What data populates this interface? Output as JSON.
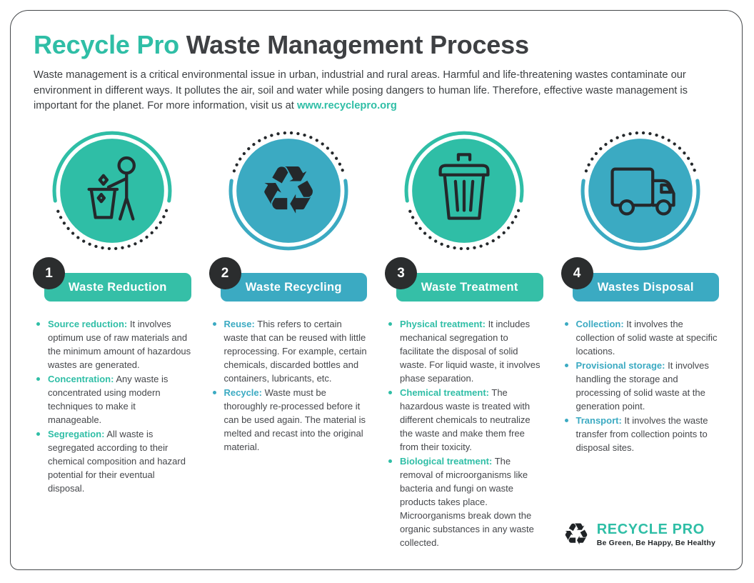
{
  "page": {
    "title_accent": "Recycle Pro",
    "title_rest": "Waste Management Process",
    "intro": "Waste management is a critical environmental issue in urban, industrial and rural areas. Harmful and life-threatening wastes contaminate our environment in different ways. It pollutes the air, soil and water while posing dangers to human life. Therefore, effective waste management is important for the planet. For more information, visit us at ",
    "link": "www.recyclepro.org"
  },
  "colors": {
    "teal_green": "#2FBEA6",
    "teal_blue": "#3BAAC2",
    "badge_dark": "#2B2D2E",
    "text_dark": "#3E4043"
  },
  "icons": {
    "recycle_glyph": "♻"
  },
  "steps": [
    {
      "number": "1",
      "title": "Waste Reduction",
      "icon": "person-littering-icon",
      "accent": "#2FBEA6",
      "items": [
        {
          "lead": "Source reduction:",
          "text": "It involves optimum use of raw materials and the minimum amount of hazardous wastes are generated."
        },
        {
          "lead": "Concentration:",
          "text": "Any waste is concentrated using modern techniques to make it manageable."
        },
        {
          "lead": "Segregation:",
          "text": "All waste is segregated according to their chemical composition and hazard potential for their eventual disposal."
        }
      ]
    },
    {
      "number": "2",
      "title": "Waste Recycling",
      "icon": "recycle-arrows-icon",
      "accent": "#3BAAC2",
      "items": [
        {
          "lead": "Reuse:",
          "text": "This refers to certain waste that can be reused with little reprocessing. For example, certain chemicals, discarded bottles and containers, lubricants, etc."
        },
        {
          "lead": "Recycle:",
          "text": "Waste must be thoroughly re-processed before it can be used again. The material is melted and recast into the original material."
        }
      ]
    },
    {
      "number": "3",
      "title": "Waste Treatment",
      "icon": "trash-can-icon",
      "accent": "#2FBEA6",
      "items": [
        {
          "lead": "Physical treatment:",
          "text": "It includes mechanical segregation to facilitate the disposal of solid waste. For liquid waste, it involves phase separation."
        },
        {
          "lead": "Chemical treatment:",
          "text": "The hazardous waste is treated with different chemicals to neutralize the waste and make them free from their toxicity."
        },
        {
          "lead": "Biological treatment:",
          "text": "The removal of microorganisms like bacteria and fungi on waste products takes place. Microorganisms break down the organic substances in any waste collected."
        }
      ]
    },
    {
      "number": "4",
      "title": "Wastes Disposal",
      "icon": "truck-icon",
      "accent": "#3BAAC2",
      "items": [
        {
          "lead": "Collection:",
          "text": "It involves the collection of solid waste at specific locations."
        },
        {
          "lead": "Provisional storage:",
          "text": "It involves handling the storage and processing of solid waste at the generation point."
        },
        {
          "lead": "Transport:",
          "text": "It involves the waste transfer from collection points to disposal sites."
        }
      ]
    }
  ],
  "logo": {
    "name": "RECYCLE PRO",
    "tagline": "Be Green, Be Happy, Be Healthy"
  }
}
